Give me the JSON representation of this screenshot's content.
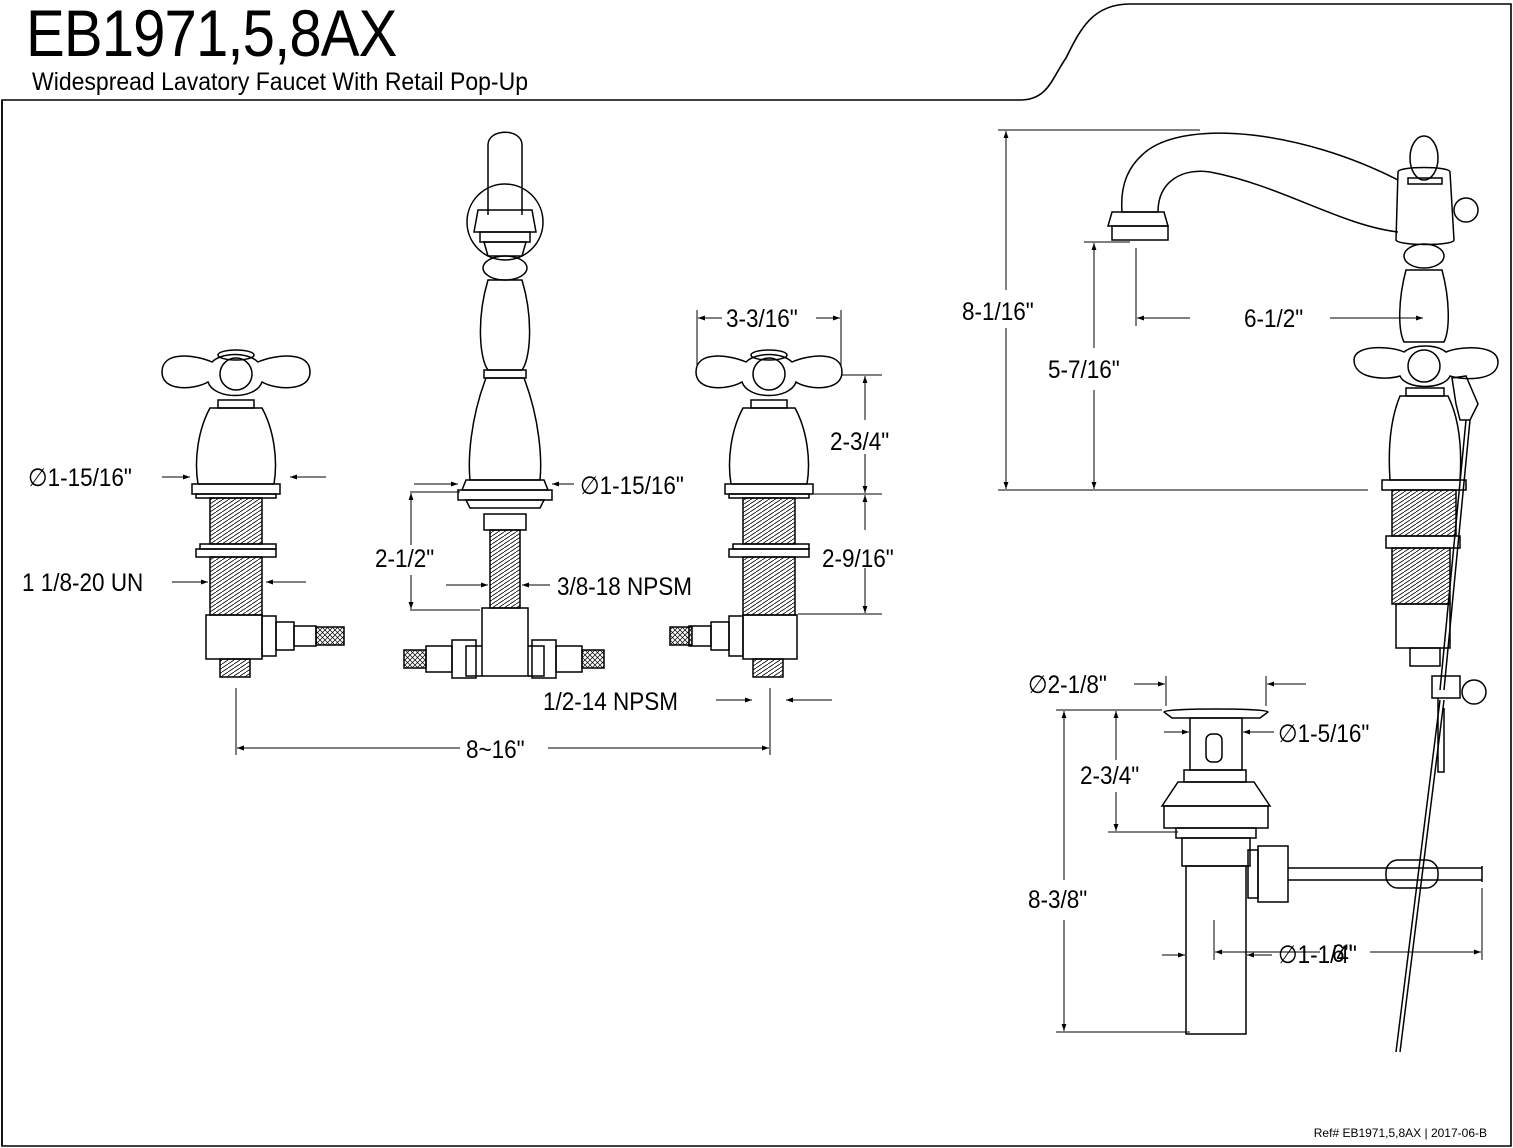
{
  "header": {
    "model": "EB1971,5,8AX",
    "description": "Widespread Lavatory Faucet With Retail Pop-Up"
  },
  "front_view": {
    "left_handle_diameter": "∅1-15/16\"",
    "valve_thread": "1 1/8-20 UN",
    "spout_shank_height": "2-1/2\"",
    "spout_base_diameter": "∅1-15/16\"",
    "spout_thread": "3/8-18 NPSM",
    "handle_width": "3-3/16\"",
    "handle_height": "2-3/4\"",
    "valve_shank_height": "2-9/16\"",
    "valve_outlet_thread": "1/2-14 NPSM",
    "center_spread": "8~16\""
  },
  "side_view": {
    "overall_height": "8-1/16\"",
    "spout_clearance": "5-7/16\"",
    "spout_reach": "6-1/2\""
  },
  "drain": {
    "flange_diameter": "∅2-1/8\"",
    "body_diameter": "∅1-5/16\"",
    "flange_height": "2-3/4\"",
    "overall_length": "8-3/8\"",
    "rod_length": "6\"",
    "tailpiece_diameter": "∅1-1/4\""
  },
  "footer": {
    "reference": "Ref# EB1971,5,8AX | 2017-06-B"
  }
}
